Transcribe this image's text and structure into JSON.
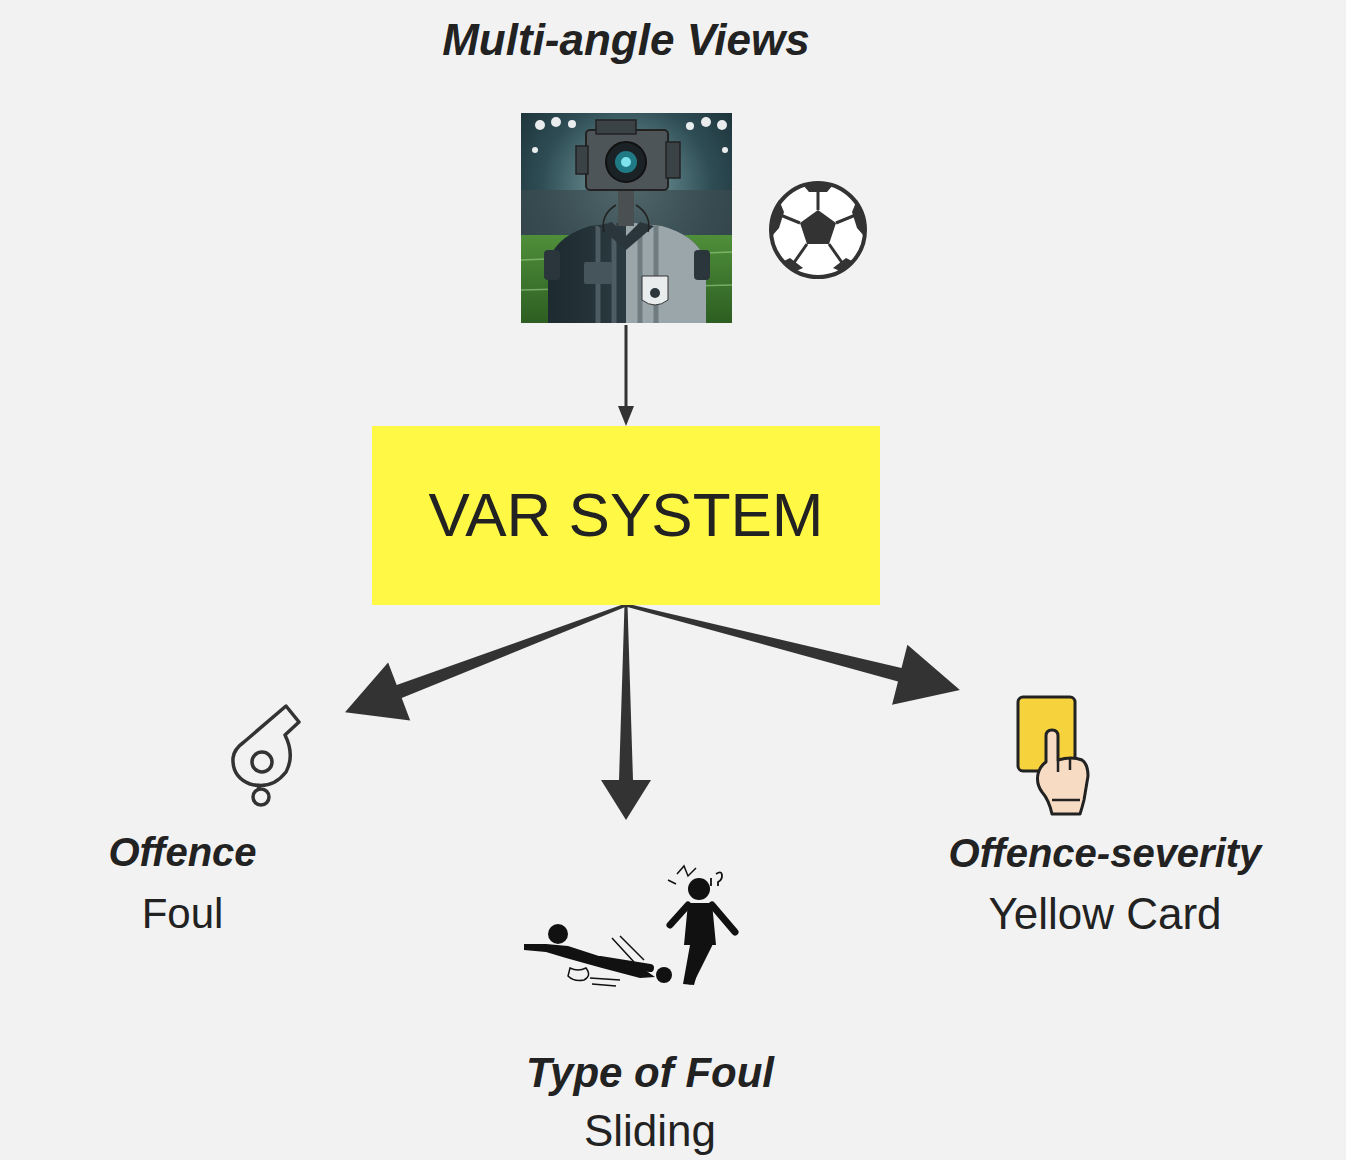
{
  "diagram": {
    "nodes": [
      {
        "text": [
          "Multi-angle Views"
        ]
      },
      {
        "text": [
          "VAR SYSTEM"
        ]
      },
      {
        "text": [
          "Offence",
          "Foul"
        ]
      },
      {
        "text": [
          "Type of Foul",
          "Sliding"
        ]
      },
      {
        "text": [
          "Offence-severity",
          "Yellow Card"
        ]
      }
    ],
    "edges": [
      {
        "from": 0,
        "to": 1,
        "arrow": "to"
      },
      {
        "from": 1,
        "to": 2,
        "arrow": "to"
      },
      {
        "from": 1,
        "to": 3,
        "arrow": "to"
      },
      {
        "from": 1,
        "to": 4,
        "arrow": "to"
      }
    ]
  }
}
